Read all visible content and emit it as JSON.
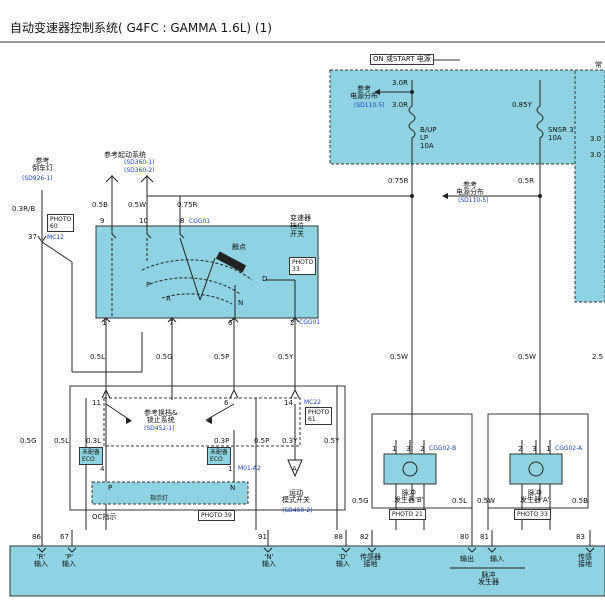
{
  "title": "自动变速器控制系统( G4FC : GAMMA 1.6L) (1)",
  "power": {
    "on_start_label": "ON 或START 电源",
    "ref_power_dist_label": "参考\n电源分布",
    "ref_power_dist_code": "(SD110-5)",
    "left_feed_wire_a": "3.0R",
    "left_feed_wire_b": "3.0R",
    "right_feed_wire": "0.85Y",
    "fuse_left": "B/UP\nLP\n10A",
    "fuse_right": "SNSR 3\n10A",
    "wire_075r_right": "0.75R",
    "wire_05r": "0.5R",
    "ref_power_dist2_label": "参考\n电源分布",
    "ref_power_dist2_code": "(SD110-5)",
    "side_panel_label": "常",
    "side_wire_a": "3.0",
    "side_wire_b": "3.0"
  },
  "reverse_lamp": {
    "label": "参考\n倒车灯",
    "code": "(SD926-1)",
    "wire": "0.3R/B",
    "photo": "PHOTO\n60",
    "pin": "37",
    "connector": "MC12"
  },
  "start_system": {
    "label": "参考起动系统",
    "code_a": "(SD360-1)",
    "code_b": "(SD360-2)"
  },
  "switch": {
    "label": "变速器\n档位\n开关",
    "photo": "PHOTO\n33",
    "contact_label": "触点",
    "positions": [
      "P",
      "R",
      "N",
      "D"
    ],
    "top_pins": [
      "9",
      "10",
      "8"
    ],
    "top_wires": [
      "0.5B",
      "0.5W",
      "0.75R"
    ],
    "top_connector": "CGG01",
    "bottom_pins": [
      "1",
      "7",
      "6",
      "2"
    ],
    "bottom_connector": "CGG01"
  },
  "mid_wires": {
    "w05l": "0.5L",
    "w05g": "0.5G",
    "w05p": "0.5P",
    "w05y": "0.5Y",
    "w05w_a": "0.5W",
    "w05w_b": "0.5W",
    "w25": "2.5"
  },
  "cluster": {
    "ref_label": "参考换档&\n锁止系统",
    "ref_code": "(SD452-1)",
    "pin11": "11",
    "pin6": "6",
    "pin14": "14",
    "connector": "MC22",
    "photo": "PHOTO\n61",
    "unfitted_left": "未配备\nECO",
    "unfitted_right": "未配备\nECO",
    "pin4": "4",
    "pin1": "1",
    "connector2": "M01-A2",
    "indicator_label": "指示灯",
    "ocil": "OC指示",
    "photo39": "PHOTO 39",
    "wire_03l": "0.3L",
    "wire_03p": "0.3P",
    "wire_05p": "0.5P",
    "wire_03y": "0.3Y",
    "wire_05y": "0.5Y",
    "wire_05g": "0.5G",
    "wire_05l": "0.5L",
    "p_letter": "P",
    "n_letter": "N",
    "sport_label": "运动\n模式开关",
    "sport_code": "(SD450-2)",
    "sport_letter": "A"
  },
  "sensors": {
    "left_pins": [
      "1",
      "3",
      "2"
    ],
    "left_connector": "CGG02-B",
    "left_label": "脉冲\n发生器'B'",
    "left_photo": "PHOTO 21",
    "right_pins": [
      "2",
      "3",
      "1"
    ],
    "right_connector": "CGG02-A",
    "right_label": "脉冲\n发生器'A'",
    "right_photo": "PHOTO 33",
    "wire_05g": "0.5G",
    "wire_05l": "0.5L",
    "wire_05w": "0.5W",
    "wire_05b": "0.5B"
  },
  "pcm": {
    "pins": [
      "86",
      "67",
      "91",
      "88",
      "82",
      "80",
      "81",
      "83"
    ],
    "labels": [
      "'R'\n输入",
      "'P'\n输入",
      "'N'\n输入",
      "'D'\n输入",
      "传感器\n接地",
      "输出",
      "输入",
      "传感\n接地"
    ],
    "pulse_gen_label": "脉冲\n发生器"
  }
}
